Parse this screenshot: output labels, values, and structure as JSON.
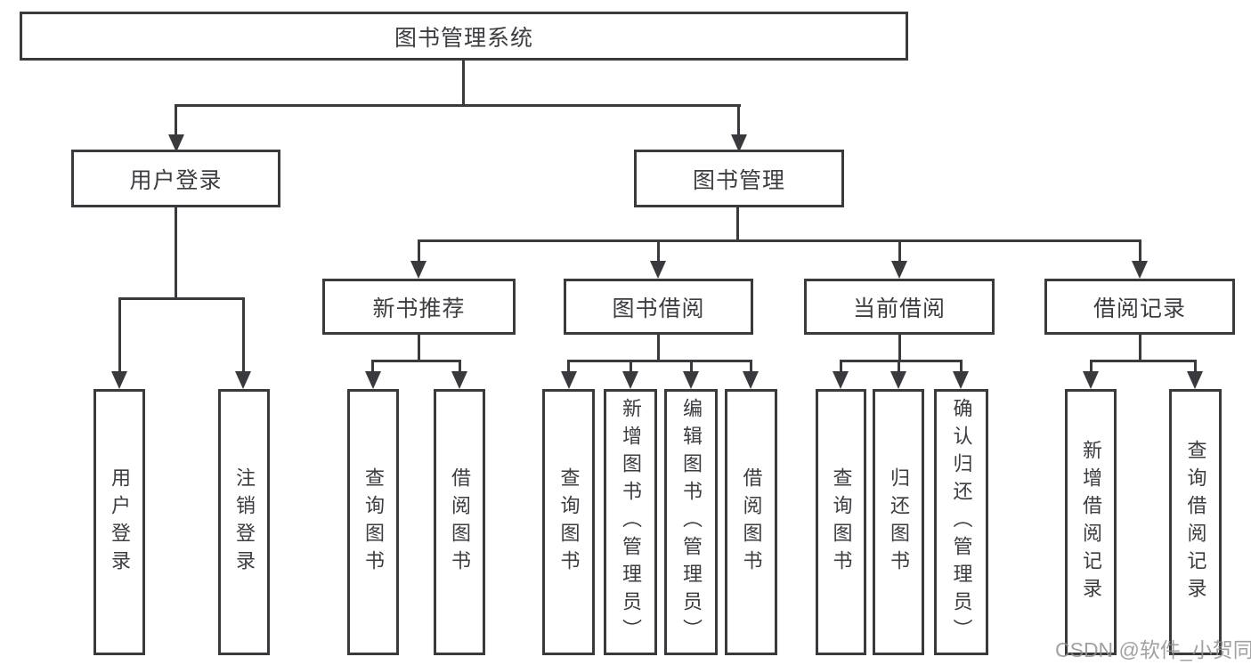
{
  "diagram": {
    "root": {
      "label": "图书管理系统"
    },
    "branches": [
      {
        "label": "用户登录",
        "children": [
          {
            "label": "用户登录"
          },
          {
            "label": "注销登录"
          }
        ]
      },
      {
        "label": "图书管理",
        "children": [
          {
            "label": "新书推荐",
            "children": [
              {
                "label": "查询图书"
              },
              {
                "label": "借阅图书"
              }
            ]
          },
          {
            "label": "图书借阅",
            "children": [
              {
                "label": "查询图书"
              },
              {
                "label": "新增图书（管理员）"
              },
              {
                "label": "编辑图书（管理员）"
              },
              {
                "label": "借阅图书"
              }
            ]
          },
          {
            "label": "当前借阅",
            "children": [
              {
                "label": "查询图书"
              },
              {
                "label": "归还图书"
              },
              {
                "label": "确认归还（管理员）"
              }
            ]
          },
          {
            "label": "借阅记录",
            "children": [
              {
                "label": "新增借阅记录"
              },
              {
                "label": "查询借阅记录"
              }
            ]
          }
        ]
      }
    ]
  },
  "watermark": {
    "text": "CSDN @软件_小贺同学"
  },
  "colors": {
    "line": "#3a3a3e",
    "text": "#3c3c41",
    "box_background": "#ffffff",
    "watermark": "#919191"
  }
}
